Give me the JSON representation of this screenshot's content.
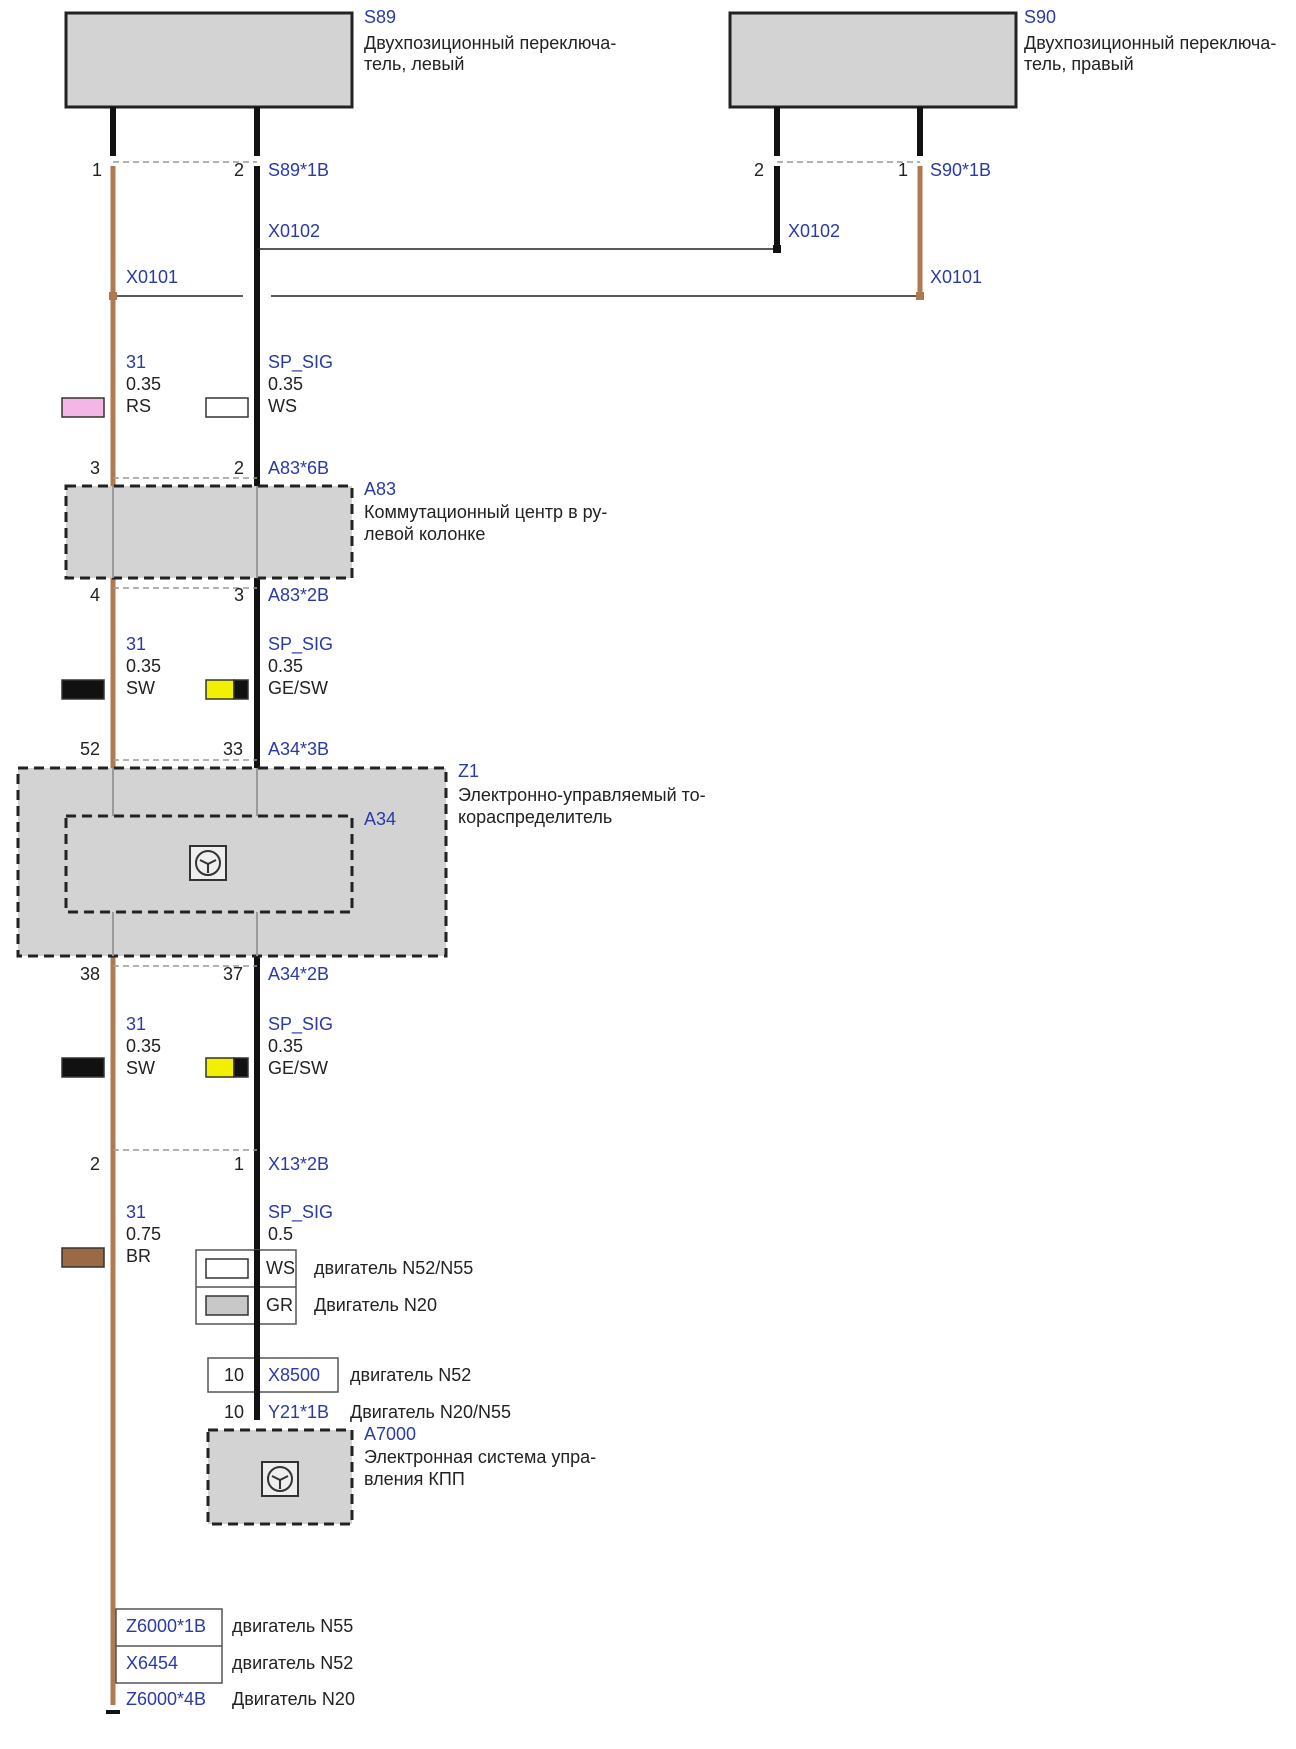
{
  "components": {
    "s89": {
      "id": "S89",
      "desc_1": "Двухпозиционный переключа-",
      "desc_2": "тель, левый"
    },
    "s90": {
      "id": "S90",
      "desc_1": "Двухпозиционный переключа-",
      "desc_2": "тель, правый"
    },
    "a83": {
      "id": "A83",
      "desc_1": "Коммутационный центр в ру-",
      "desc_2": "левой колонке"
    },
    "z1": {
      "id": "Z1",
      "desc_1": "Электронно-управляемый то-",
      "desc_2": "кораспределитель"
    },
    "a34": {
      "id": "A34"
    },
    "a7000": {
      "id": "A7000",
      "desc_1": "Электронная система упра-",
      "desc_2": "вления КПП"
    }
  },
  "connectors": {
    "s89_1b": "S89*1B",
    "s90_1b": "S90*1B",
    "x0102_left": "X0102",
    "x0102_right": "X0102",
    "x0101_left": "X0101",
    "x0101_right": "X0101",
    "a83_6b": "A83*6B",
    "a83_2b": "A83*2B",
    "a34_3b": "A34*3B",
    "a34_2b": "A34*2B",
    "x13_2b": "X13*2B",
    "x8500": "X8500",
    "y21_1b": "Y21*1B",
    "z6000_1b": "Z6000*1B",
    "x6454": "X6454",
    "z6000_4b": "Z6000*4B"
  },
  "pins": {
    "s89_left": "1",
    "s89_right": "2",
    "s90_left": "2",
    "s90_right": "1",
    "a83_top_left": "3",
    "a83_top_right": "2",
    "a83_bot_left": "4",
    "a83_bot_right": "3",
    "z1_top_left": "52",
    "z1_top_right": "33",
    "z1_bot_left": "38",
    "z1_bot_right": "37",
    "x13_left": "2",
    "x13_right": "1",
    "x8500_pin": "10",
    "y21_pin": "10"
  },
  "wires": {
    "w1": {
      "signal_l": "31",
      "size_l": "0.35",
      "color_l": "RS",
      "signal_r": "SP_SIG",
      "size_r": "0.35",
      "color_r": "WS"
    },
    "w2": {
      "signal_l": "31",
      "size_l": "0.35",
      "color_l": "SW",
      "signal_r": "SP_SIG",
      "size_r": "0.35",
      "color_r": "GE/SW"
    },
    "w3": {
      "signal_l": "31",
      "size_l": "0.35",
      "color_l": "SW",
      "signal_r": "SP_SIG",
      "size_r": "0.35",
      "color_r": "GE/SW"
    },
    "w4": {
      "signal_l": "31",
      "size_l": "0.75",
      "color_l": "BR",
      "signal_r": "SP_SIG",
      "size_r": "0.5"
    }
  },
  "variants": {
    "ws_code": "WS",
    "ws_text": "двигатель N52/N55",
    "gr_code": "GR",
    "gr_text": "Двигатель N20",
    "x8500_text": "двигатель N52",
    "y21_text": "Двигатель N20/N55",
    "z6000_1b_text": "двигатель N55",
    "x6454_text": "двигатель N52",
    "z6000_4b_text": "Двигатель N20"
  },
  "colors": {
    "wire_brown": "#b07a50",
    "wire_black": "#111111",
    "box_fill": "#d3d3d3",
    "swatch_pink": "#f4b6e6",
    "swatch_yellow": "#f0f000",
    "swatch_brown": "#9a6a44",
    "swatch_gray": "#c8c8c8",
    "label_blue": "#2a3aa8"
  },
  "icons": {
    "a34_icon": "steering-wheel-icon",
    "a7000_icon": "steering-wheel-icon"
  }
}
